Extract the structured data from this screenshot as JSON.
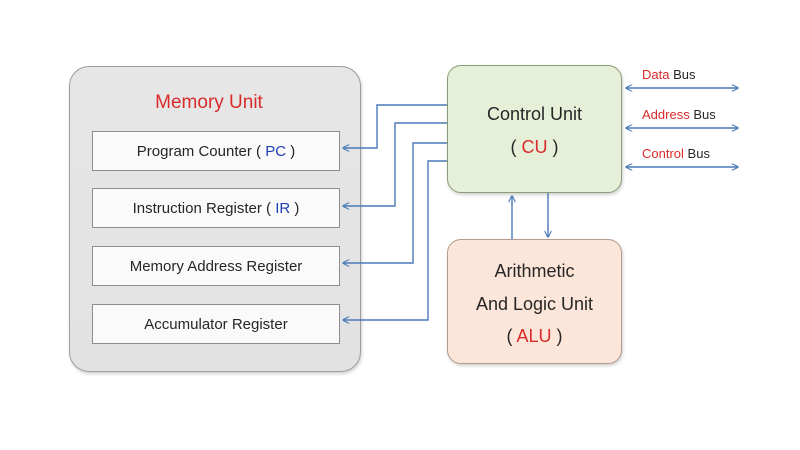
{
  "memory_unit": {
    "title": "Memory Unit",
    "registers": [
      {
        "name": "Program Counter",
        "open": " ( ",
        "abbr": "PC",
        "close": " )"
      },
      {
        "name": "Instruction Register",
        "open": " ( ",
        "abbr": "IR",
        "close": " )"
      },
      {
        "name": "Memory Address Register",
        "open": "",
        "abbr": "",
        "close": ""
      },
      {
        "name": "Accumulator Register",
        "open": "",
        "abbr": "",
        "close": ""
      }
    ]
  },
  "control_unit": {
    "name": "Control Unit",
    "abbr_open": "( ",
    "abbr": "CU",
    "abbr_close": " )"
  },
  "alu": {
    "line1": "Arithmetic",
    "line2": "And Logic Unit",
    "abbr_open": "( ",
    "abbr": "ALU",
    "abbr_close": " )"
  },
  "buses": [
    {
      "type": "Data",
      "word": "Bus"
    },
    {
      "type": "Address",
      "word": "Bus"
    },
    {
      "type": "Control",
      "word": "Bus"
    }
  ],
  "colors": {
    "accent_red": "#d92b2b",
    "accent_blue": "#1f3fb4",
    "wire": "#4a79b8",
    "memory_bg": "#e4e4e4",
    "control_bg": "#e6f0d9",
    "alu_bg": "#fce6d9"
  }
}
